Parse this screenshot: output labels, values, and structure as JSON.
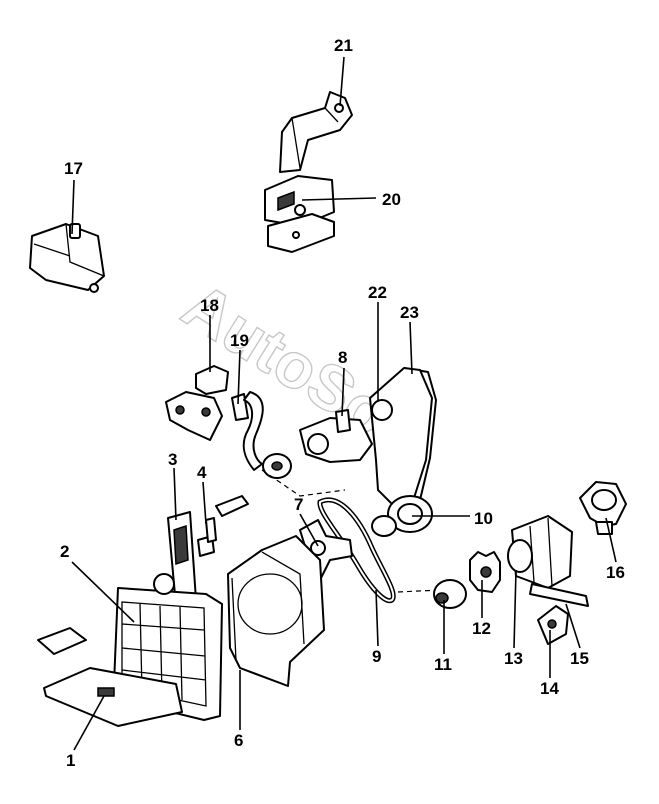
{
  "diagram": {
    "watermark": "AutoSoft",
    "callouts": [
      "1",
      "2",
      "3",
      "4",
      "6",
      "7",
      "8",
      "9",
      "10",
      "11",
      "12",
      "13",
      "14",
      "15",
      "16",
      "17",
      "18",
      "19",
      "20",
      "21",
      "22",
      "23"
    ]
  }
}
